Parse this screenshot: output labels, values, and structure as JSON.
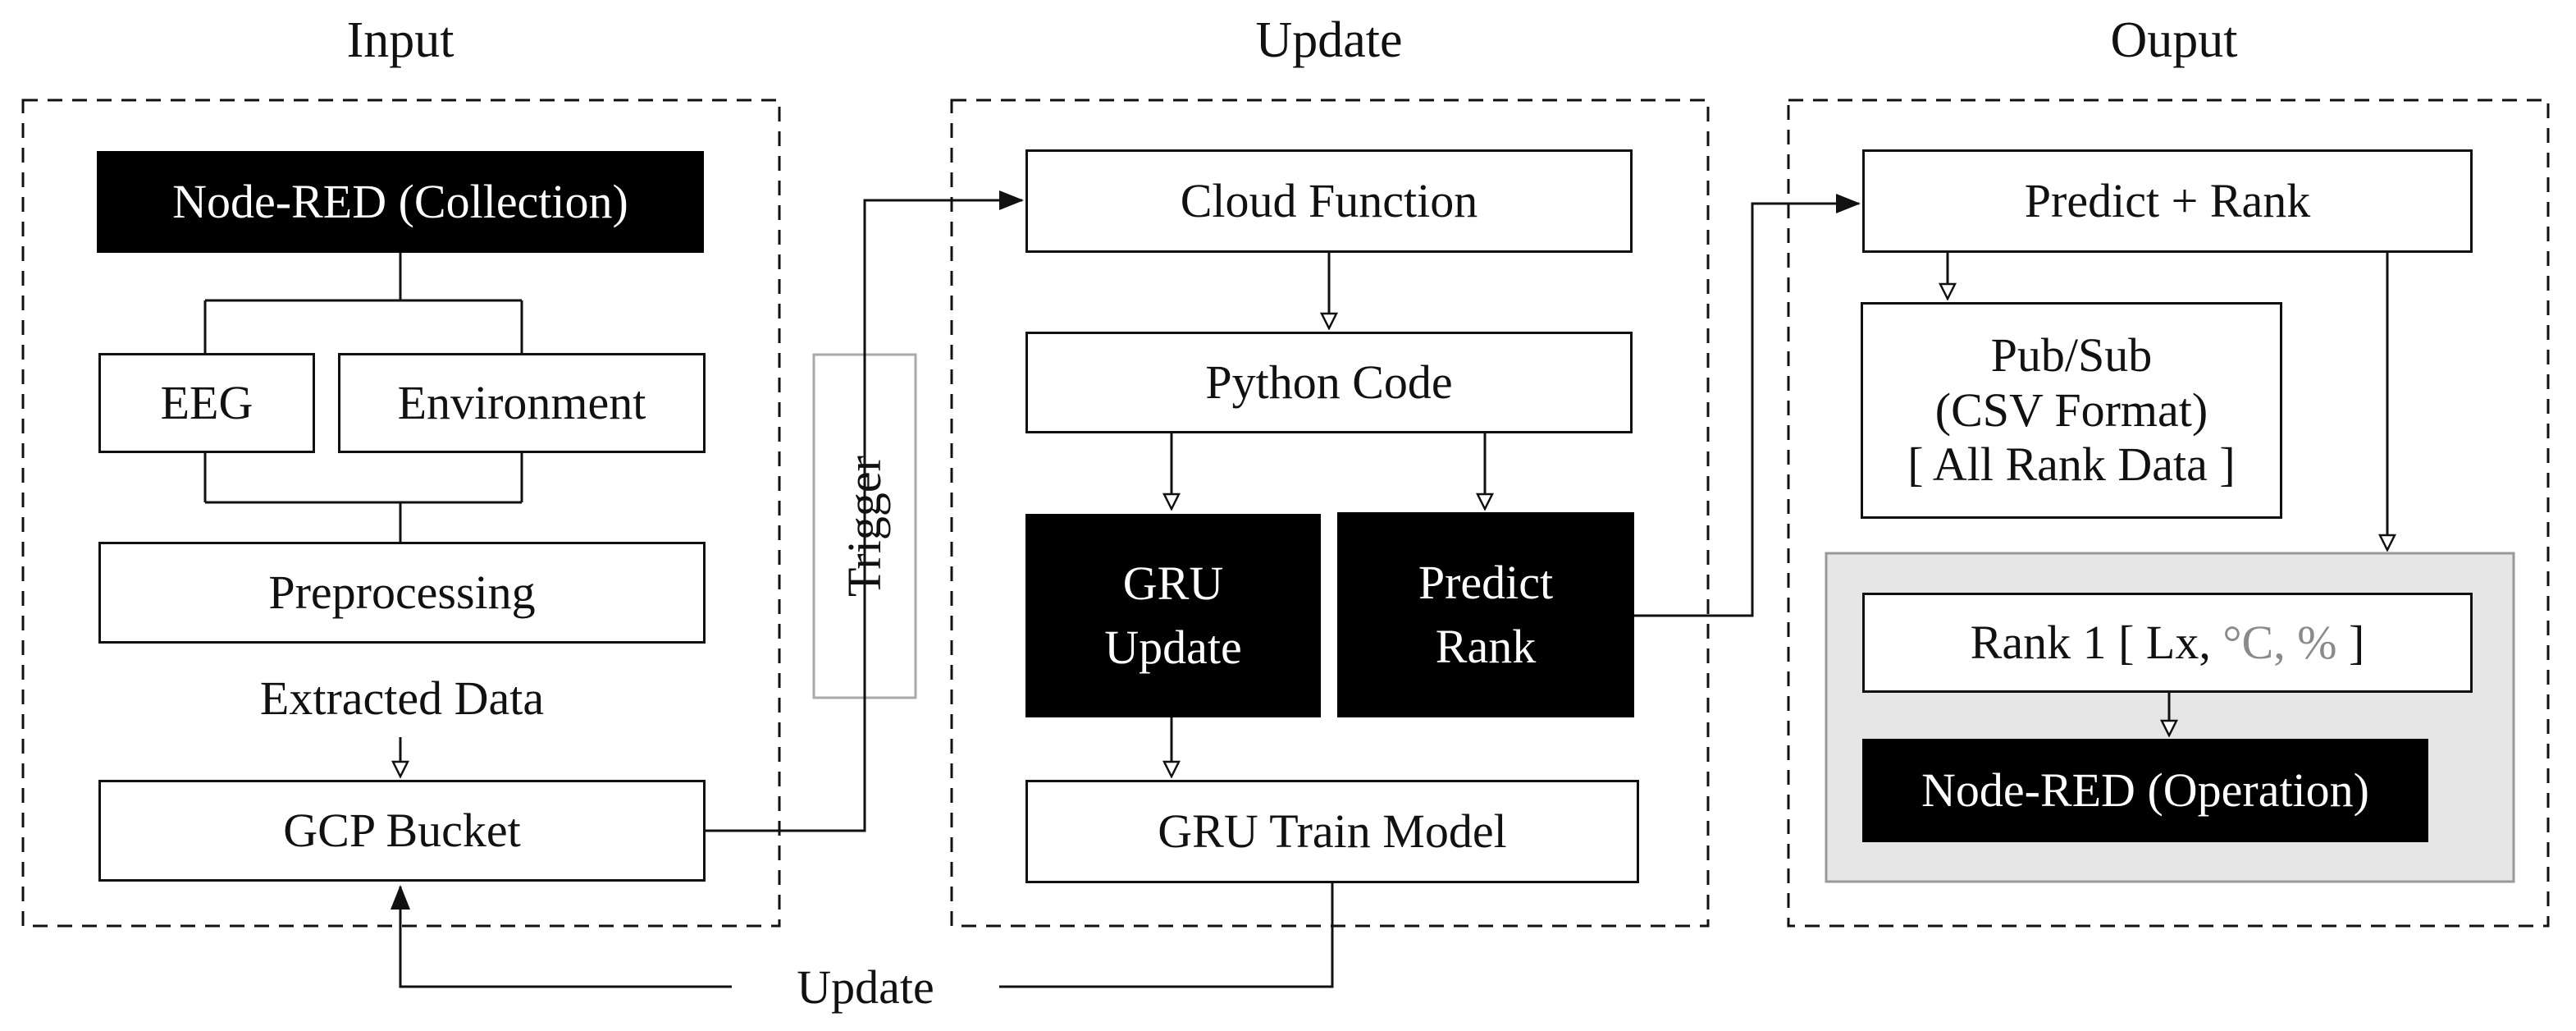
{
  "headings": {
    "input": "Input",
    "update": "Update",
    "output": "Ouput"
  },
  "input": {
    "node_red_collection": "Node-RED (Collection)",
    "eeg": "EEG",
    "environment": "Environment",
    "preprocessing": "Preprocessing",
    "extracted_data": "Extracted Data",
    "gcp_bucket": "GCP Bucket"
  },
  "trigger": "Trigger",
  "update": {
    "cloud_function": "Cloud Function",
    "python_code": "Python Code",
    "gru_update": [
      "GRU",
      "Update"
    ],
    "predict_rank": [
      "Predict",
      "Rank"
    ],
    "gru_train_model": "GRU Train Model"
  },
  "output": {
    "predict_plus_rank": "Predict + Rank",
    "pubsub": [
      "Pub/Sub",
      "(CSV Format)",
      "[ All Rank Data ]"
    ],
    "rank1": {
      "prefix": "Rank 1 [ Lx, ",
      "celsius": "°C, %",
      "suffix": " ]"
    },
    "node_red_operation": "Node-RED (Operation)"
  },
  "feedback_label": "Update",
  "colors": {
    "dark_box": "#000000",
    "operation_panel": "#e6e6e6",
    "line": "#111111",
    "muted_text": "#8a8a8a"
  }
}
